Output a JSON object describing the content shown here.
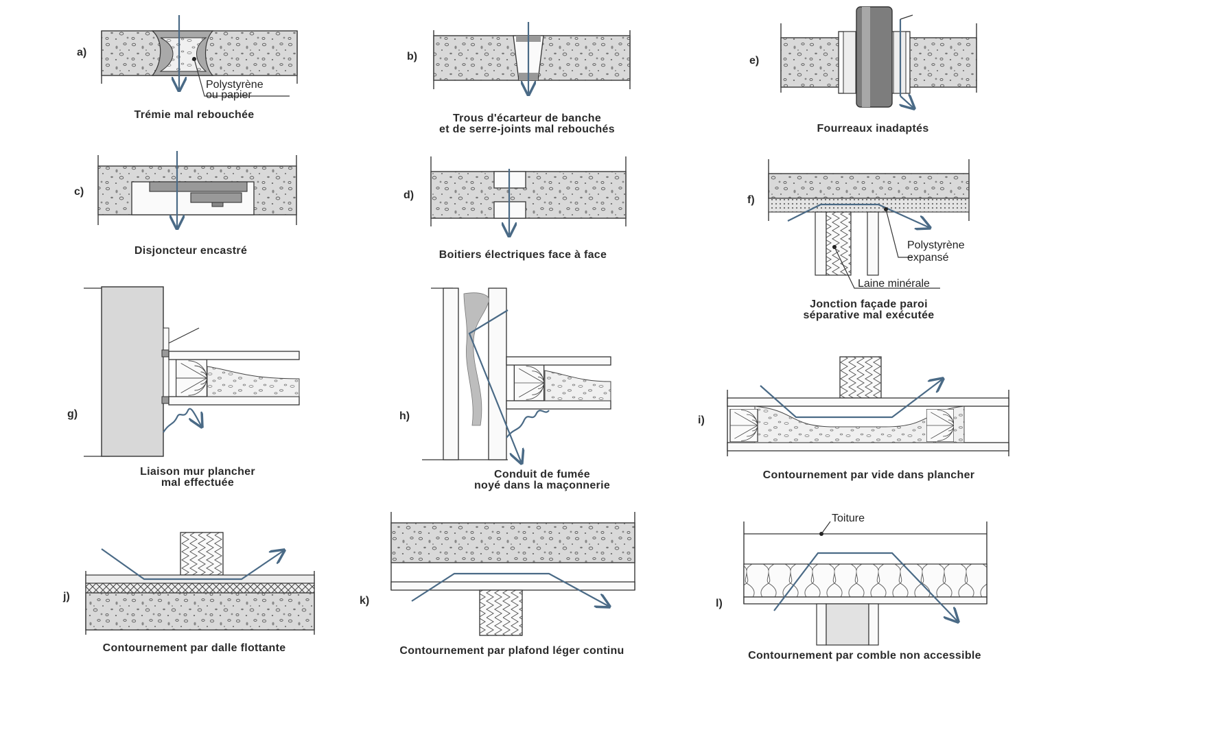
{
  "figures": {
    "a": {
      "letter": "a)",
      "caption": [
        "Trémie mal rebouchée"
      ],
      "note": [
        "Polystyrène",
        "ou papier"
      ]
    },
    "b": {
      "letter": "b)",
      "caption": [
        "Trous d'écarteur de banche",
        "et de serre-joints mal rebouchés"
      ]
    },
    "e": {
      "letter": "e)",
      "caption": [
        "Fourreaux inadaptés"
      ]
    },
    "c": {
      "letter": "c)",
      "caption": [
        "Disjoncteur encastré"
      ]
    },
    "d": {
      "letter": "d)",
      "caption": [
        "Boitiers électriques face à face"
      ]
    },
    "f": {
      "letter": "f)",
      "caption": [
        "Jonction façade paroi",
        "séparative mal exécutée"
      ],
      "note1": [
        "Polystyrène",
        "expansé"
      ],
      "note2": [
        "Laine minérale"
      ]
    },
    "g": {
      "letter": "g)",
      "caption": [
        "Liaison mur plancher",
        "mal effectuée"
      ]
    },
    "h": {
      "letter": "h)",
      "caption": [
        "Conduit de fumée",
        "noyé dans la maçonnerie"
      ]
    },
    "i": {
      "letter": "i)",
      "caption": [
        "Contournement par vide dans plancher"
      ]
    },
    "j": {
      "letter": "j)",
      "caption": [
        "Contournement par dalle flottante"
      ]
    },
    "k": {
      "letter": "k)",
      "caption": [
        "Contournement par plafond léger continu"
      ]
    },
    "l": {
      "letter": "l)",
      "caption": [
        "Contournement par comble non accessible"
      ],
      "note": [
        "Toiture"
      ]
    }
  }
}
